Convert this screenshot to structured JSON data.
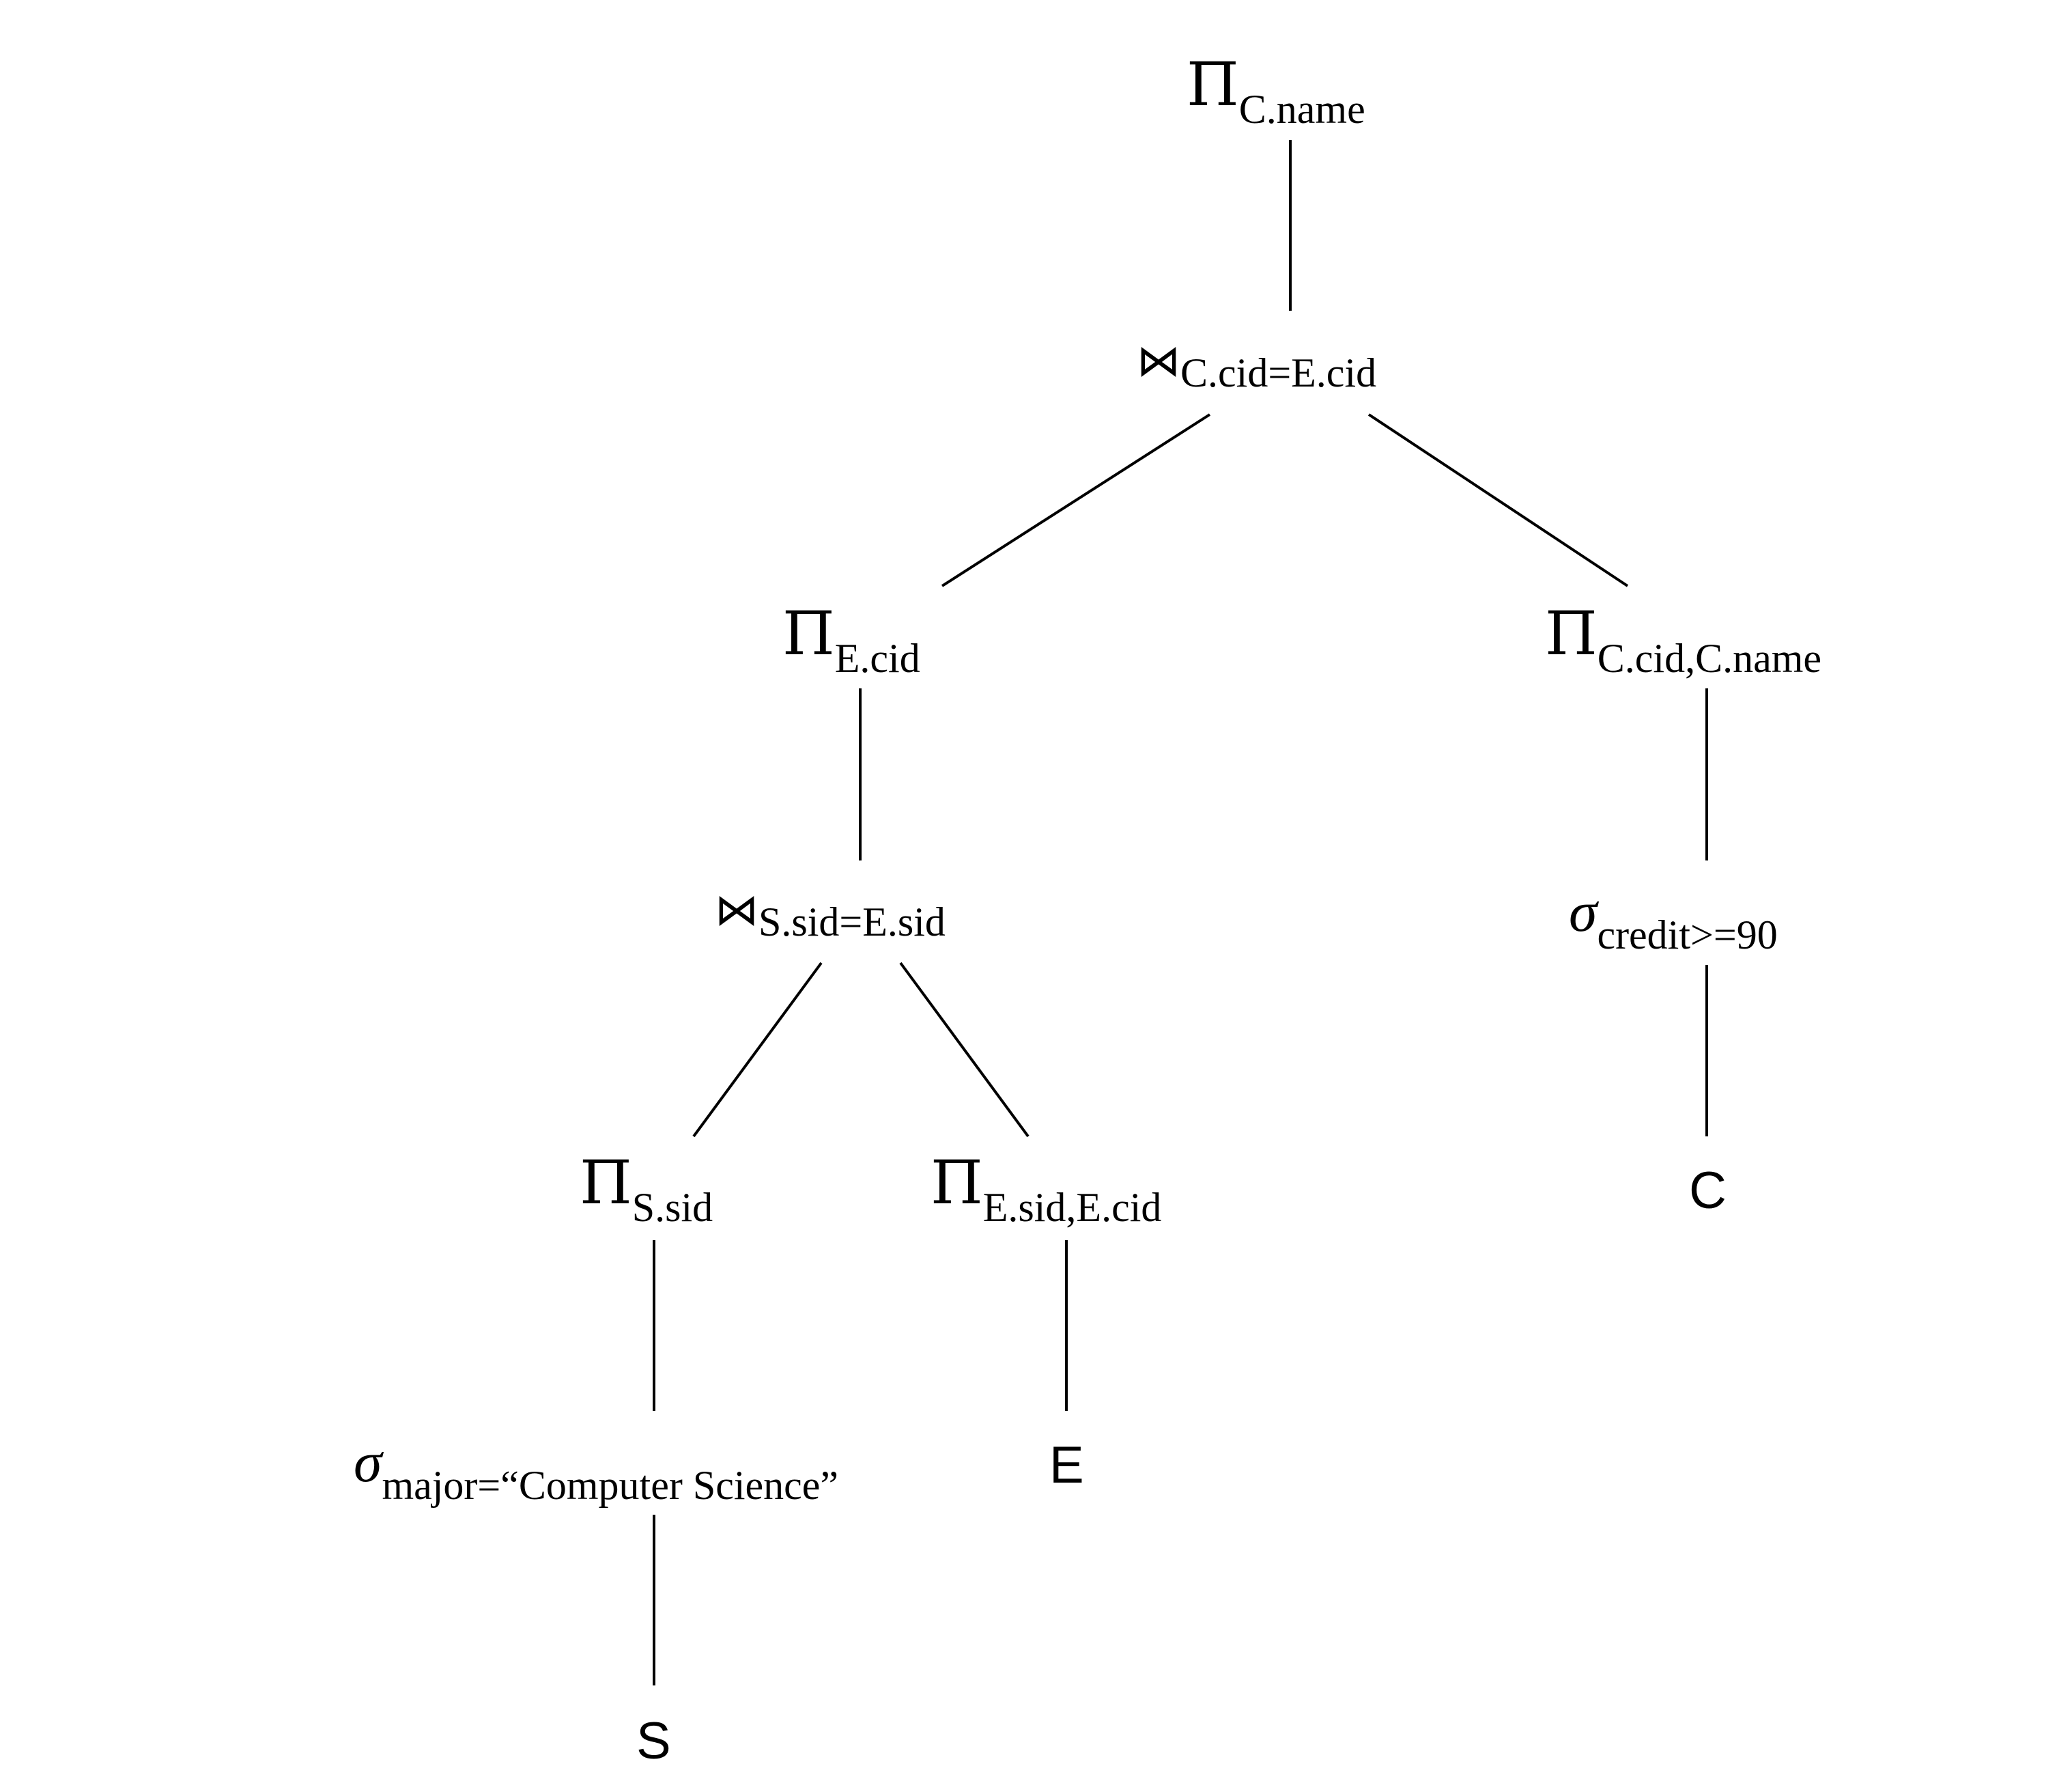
{
  "colors": {
    "background": "#ffffff",
    "ink": "#000000"
  },
  "tree": {
    "root_project": {
      "symbol": "Π",
      "subscript": "C.name"
    },
    "top_join": {
      "symbol": "⋈",
      "subscript": "C.cid=E.cid"
    },
    "left_project": {
      "symbol": "Π",
      "subscript": "E.cid"
    },
    "right_project": {
      "symbol": "Π",
      "subscript": "C.cid,C.name"
    },
    "inner_join": {
      "symbol": "⋈",
      "subscript": "S.sid=E.sid"
    },
    "credit_select": {
      "symbol": "σ",
      "subscript": "credit>=90"
    },
    "sid_project": {
      "symbol": "Π",
      "subscript": "S.sid"
    },
    "enroll_project": {
      "symbol": "Π",
      "subscript": "E.sid,E.cid"
    },
    "relation_c": {
      "label": "C"
    },
    "major_select": {
      "symbol": "σ",
      "subscript": "major=“Computer Science”"
    },
    "relation_e": {
      "label": "E"
    },
    "relation_s": {
      "label": "S"
    }
  }
}
